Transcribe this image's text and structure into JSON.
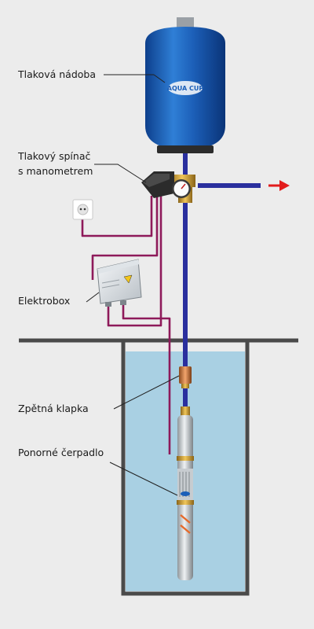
{
  "labels": {
    "pressure_vessel": "Tlaková nádoba",
    "pressure_switch": [
      "Tlakový spínač",
      "s manometrem"
    ],
    "electrobox": "Elektrobox",
    "check_valve": "Zpětná klapka",
    "submersible_pump": "Ponorné čerpadlo"
  },
  "vessel_logo": "AQUA CUP",
  "colors": {
    "background": "#ececec",
    "water": "#a9d0e3",
    "pipe": "#2a2f9e",
    "cable": "#8e1a5a",
    "arrow": "#e21b1b",
    "vessel": "#1c5fb8"
  },
  "icons": [
    "pressure-vessel-icon",
    "pressure-switch-icon",
    "manometer-icon",
    "electrical-socket-icon",
    "electrobox-icon",
    "check-valve-icon",
    "submersible-pump-icon",
    "flow-arrow-icon"
  ]
}
